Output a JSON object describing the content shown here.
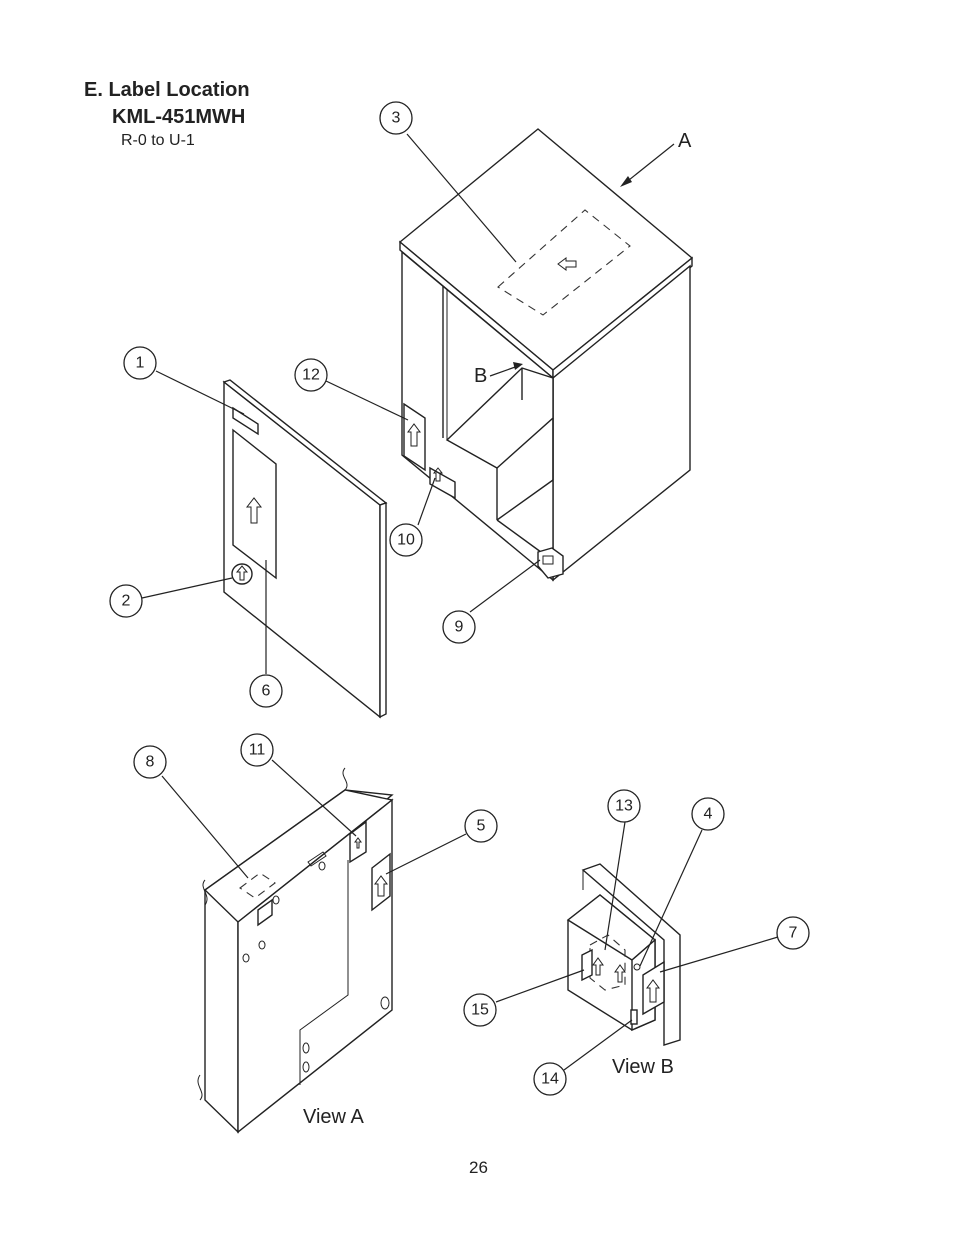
{
  "header": {
    "title": "E. Label Location",
    "model": "KML-451MWH",
    "range": "R-0 to U-1"
  },
  "view_labels": {
    "a": "A",
    "b": "B",
    "view_a": "View A",
    "view_b": "View B"
  },
  "callouts": {
    "c1": "1",
    "c2": "2",
    "c3": "3",
    "c4": "4",
    "c5": "5",
    "c6": "6",
    "c7": "7",
    "c8": "8",
    "c9": "9",
    "c10": "10",
    "c11": "11",
    "c12": "12",
    "c13": "13",
    "c14": "14",
    "c15": "15"
  },
  "footer": {
    "page_number": "26"
  }
}
